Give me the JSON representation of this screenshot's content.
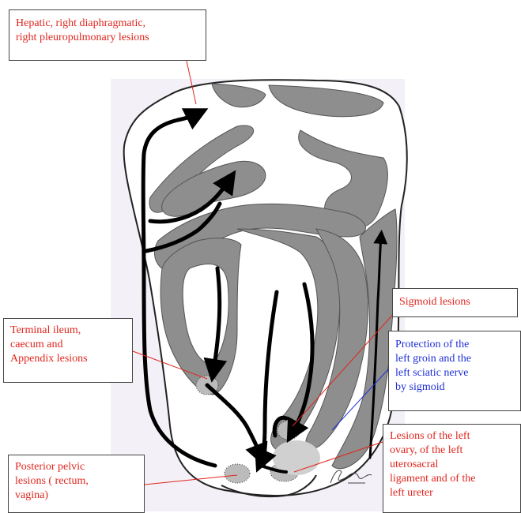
{
  "callouts": {
    "hepatic": "Hepatic, right diaphragmatic,\nright pleuropulmonary lesions",
    "terminal_ileum": "Terminal ileum,\ncaecum and\nAppendix  lesions",
    "sigmoid": "Sigmoid lesions",
    "protection": "Protection of the\nleft groin and the\nleft sciatic nerve\nby sigmoid",
    "left_ovary": "Lesions of the left\novary, of the left\nuterosacral\nligament and of the\nleft ureter",
    "posterior_pelvic": "Posterior pelvic\nlesions ( rectum,\nvagina)"
  },
  "signature": "Ahmed 05",
  "colors": {
    "red_text": "#e0261e",
    "blue_text": "#1f2fd6",
    "leader_red": "#e0261e",
    "leader_blue": "#1f2fd6",
    "bowel_fill": "#8e8e8e",
    "abdomen_fill": "#ffffff",
    "background_tint": "#f3f0f7"
  }
}
